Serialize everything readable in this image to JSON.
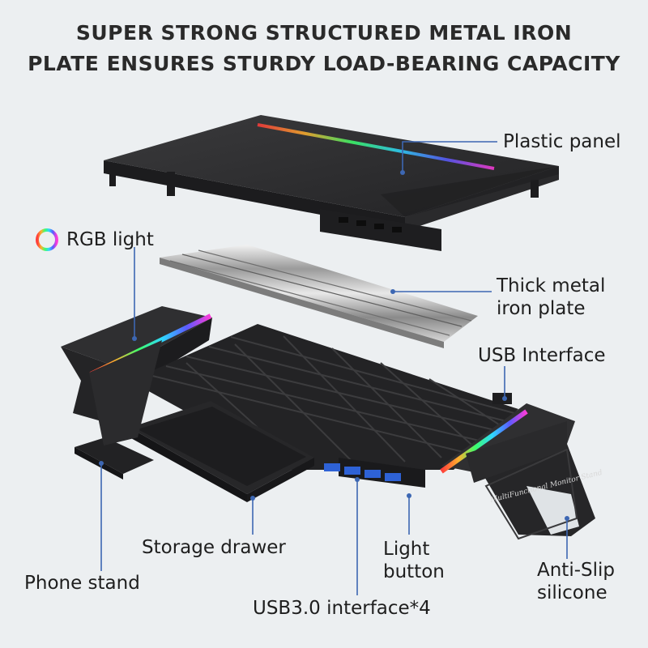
{
  "headline": {
    "line1": "SUPER STRONG STRUCTURED METAL IRON",
    "line2": "PLATE ENSURES STURDY LOAD-BEARING CAPACITY"
  },
  "callouts": {
    "plastic_panel": "Plastic panel",
    "rgb_light": "RGB light",
    "metal_plate_1": "Thick metal",
    "metal_plate_2": "iron plate",
    "usb_interface": "USB Interface",
    "storage_drawer": "Storage drawer",
    "light_button_1": "Light",
    "light_button_2": "button",
    "phone_stand": "Phone stand",
    "anti_slip_1": "Anti-Slip",
    "anti_slip_2": "silicone",
    "usb30": "USB3.0 interface*4"
  },
  "product_text": {
    "side_print": "MultiFunctional Monitor Stand"
  },
  "colors": {
    "leader": "#3d67b3",
    "product_dark": "#2b2b2d",
    "background": "#eceff1"
  },
  "icons": [
    "rgb-ring-icon",
    "usb-port-icon"
  ]
}
